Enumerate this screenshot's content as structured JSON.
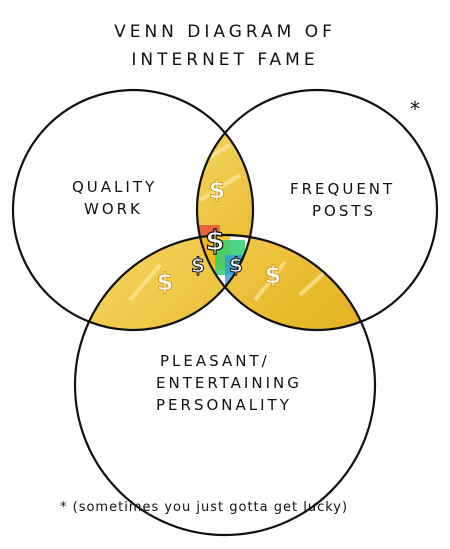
{
  "title": {
    "line1": "Venn Diagram of",
    "line2": "Internet Fame"
  },
  "circles": [
    {
      "lines": [
        "Quality",
        "Work"
      ]
    },
    {
      "lines": [
        "Frequent",
        "Posts"
      ]
    },
    {
      "lines": [
        "Pleasant/",
        "Entertaining",
        "Personality"
      ]
    }
  ],
  "asterisk": "*",
  "footnote": "* (sometimes you just gotta get lucky)",
  "symbols": {
    "dollar": "$"
  },
  "colors": {
    "gold": "#e8b92b",
    "gold_light": "#f6d968",
    "ink": "#111111"
  }
}
